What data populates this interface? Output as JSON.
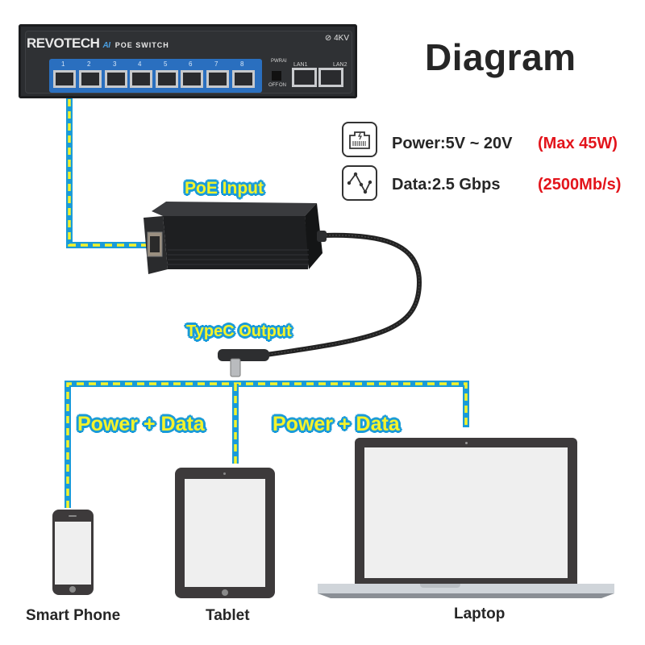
{
  "title": "Diagram",
  "switch": {
    "brand": "REVOTECH",
    "brand_ai": "AI",
    "brand_model": "POE SWITCH",
    "surge_rating": "4KV",
    "ports": [
      "1",
      "2",
      "3",
      "4",
      "5",
      "6",
      "7",
      "8"
    ],
    "indicator_pwr": "PWR",
    "indicator_ai": "AI",
    "switch_label": "AI",
    "switch_off": "OFF",
    "switch_on": "ON",
    "uplinks": [
      "LAN1",
      "LAN2"
    ]
  },
  "specs": [
    {
      "icon": "ethernet-port-power-icon",
      "label": "Power:5V ~ 20V",
      "highlight": "(Max 45W)"
    },
    {
      "icon": "data-signal-icon",
      "label": "Data:2.5 Gbps",
      "highlight": "(2500Mb/s)"
    }
  ],
  "callouts": {
    "poe_input": "PoE Input",
    "typec_output": "TypeC Output",
    "power_data_left": "Power + Data",
    "power_data_right": "Power + Data"
  },
  "devices": [
    {
      "label": "Smart Phone"
    },
    {
      "label": "Tablet"
    },
    {
      "label": "Laptop"
    }
  ],
  "colors": {
    "cable_blue": "#1a9bd8",
    "cable_yellow": "#f5f32a",
    "highlight_red": "#e3141b",
    "text_dark": "#262626",
    "device_body": "#3d3a3b"
  }
}
